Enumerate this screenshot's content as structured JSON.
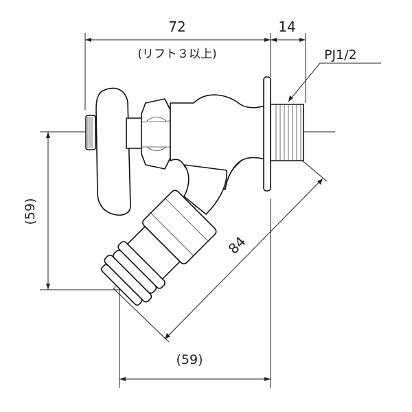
{
  "dimensions": {
    "top_width": "72",
    "top_width_note": "(リフト３以上)",
    "thread_length": "14",
    "thread_spec": "PJ1/2",
    "vertical_offset": "(59)",
    "horizontal_offset": "(59)",
    "diagonal_length": "84"
  }
}
